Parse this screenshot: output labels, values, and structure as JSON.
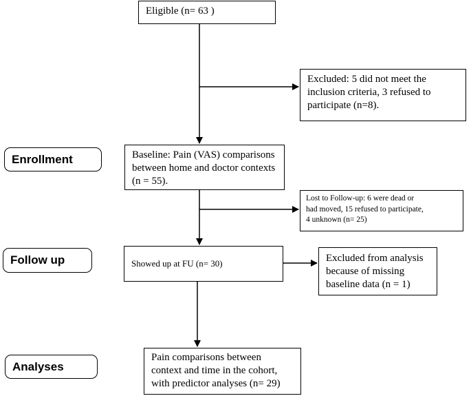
{
  "stages": {
    "enrollment": "Enrollment",
    "follow_up": "Follow up",
    "analyses": "Analyses"
  },
  "boxes": {
    "eligible": {
      "lines": [
        "Eligible (n= 63 )"
      ]
    },
    "excluded": {
      "lines": [
        "Excluded: 5 did not meet the",
        "inclusion criteria, 3 refused to",
        "participate (n=8)."
      ]
    },
    "baseline": {
      "lines": [
        "Baseline: Pain (VAS) comparisons",
        "between home and doctor contexts",
        "(n = 55)."
      ]
    },
    "lost": {
      "lines": [
        "Lost to Follow-up: 6 were dead or",
        "had moved, 15 refused to participate,",
        "4 unknown (n= 25)"
      ]
    },
    "followup": {
      "lines": [
        "Showed up at FU (n= 30)"
      ]
    },
    "excluded_analysis": {
      "lines": [
        "Excluded from analysis",
        "because of missing",
        "baseline data (n = 1)"
      ]
    },
    "analyses": {
      "lines": [
        "Pain comparisons between",
        "context and time in the cohort,",
        "with predictor analyses (n= 29)"
      ]
    }
  }
}
